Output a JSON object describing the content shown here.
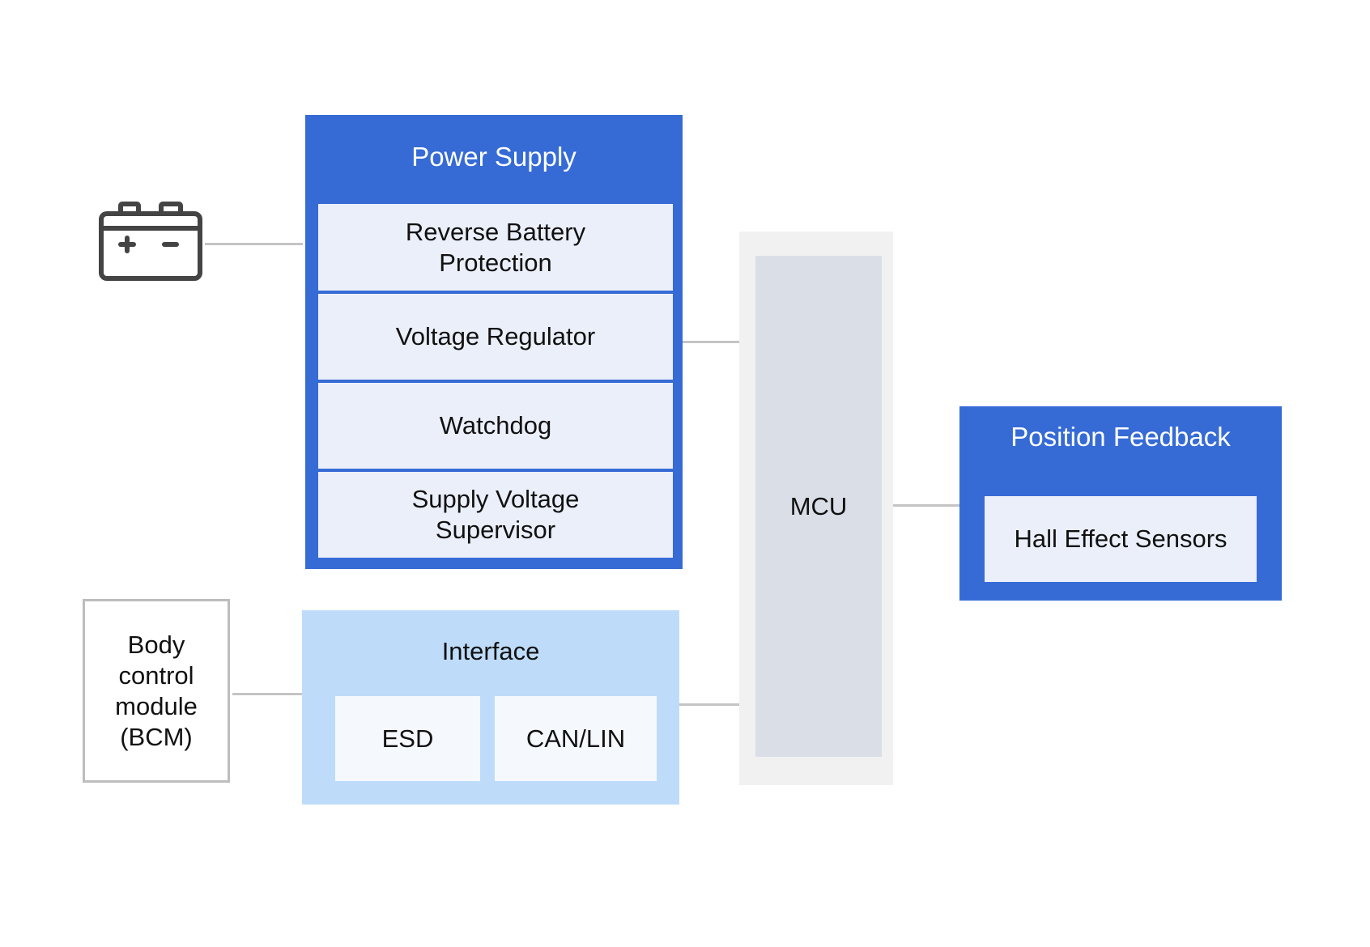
{
  "diagram": {
    "power_supply": {
      "title": "Power Supply",
      "items": [
        {
          "label": "Reverse Battery Protection"
        },
        {
          "label": "Voltage Regulator"
        },
        {
          "label": "Watchdog"
        },
        {
          "label": "Supply Voltage Supervisor"
        }
      ]
    },
    "mcu": {
      "label": "MCU"
    },
    "position_feedback": {
      "title": "Position Feedback",
      "items": [
        {
          "label": "Hall Effect Sensors"
        }
      ]
    },
    "interface": {
      "title": "Interface",
      "items": [
        {
          "label": "ESD"
        },
        {
          "label": "CAN/LIN"
        }
      ]
    },
    "bcm": {
      "label": "Body control module (BCM)"
    },
    "battery": {
      "icon": "battery-icon"
    },
    "connections": [
      {
        "from": "battery",
        "to": "power_supply"
      },
      {
        "from": "power_supply",
        "to": "mcu"
      },
      {
        "from": "mcu",
        "to": "position_feedback"
      },
      {
        "from": "bcm",
        "to": "interface"
      },
      {
        "from": "interface",
        "to": "mcu"
      }
    ],
    "colors": {
      "primary_blue": "#366bd6",
      "item_bg": "#ebeffa",
      "interface_bg": "#bedcfa",
      "interface_item_bg": "#f5f9fd",
      "mcu_outer": "#f1f1f1",
      "mcu_inner": "#dadee7",
      "connector": "#c4c4c4",
      "icon": "#444444"
    }
  }
}
